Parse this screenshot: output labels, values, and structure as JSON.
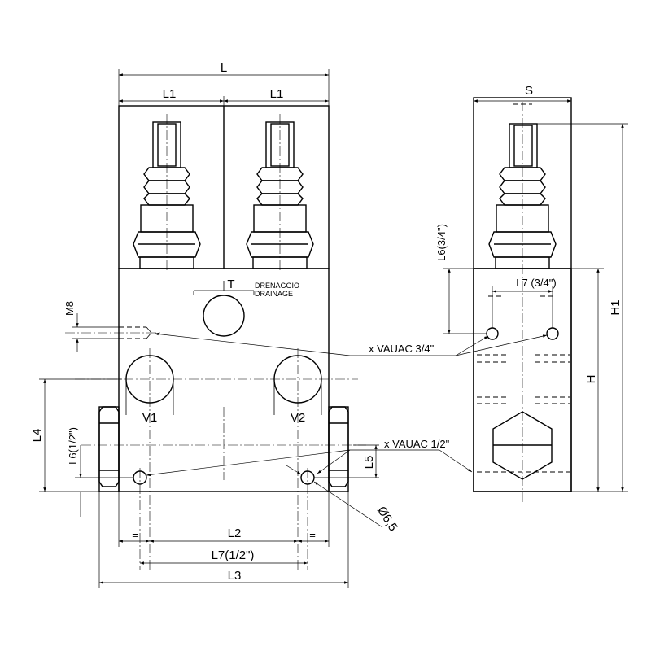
{
  "dimensions": {
    "L": "L",
    "L1_left": "L1",
    "L1_right": "L1",
    "S": "S",
    "T": "T",
    "drain_line1": "DRENAGGIO",
    "drain_line2": "DRAINAGE",
    "M8": "M8",
    "vauac_34": "x VAUAC 3/4\"",
    "vauac_12": "x VAUAC 1/2\"",
    "L6_34": "L6(3/4\")",
    "L7_34": "L7 (3/4\")",
    "H": "H",
    "H1": "H1",
    "V1": "V1",
    "V2": "V2",
    "L4": "L4",
    "L6_12": "L6(1/2\")",
    "L5": "L5",
    "dia": "Ø6,5",
    "L2": "L2",
    "L7_12": "L7(1/2\")",
    "L3": "L3",
    "eq_left": "=",
    "eq_right": "="
  }
}
